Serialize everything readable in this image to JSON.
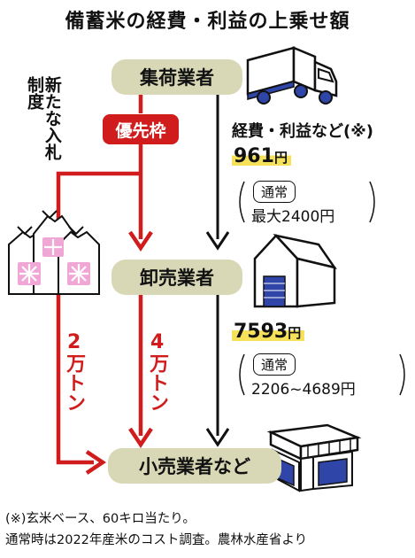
{
  "title": "備蓄米の経費・利益の上乗せ額",
  "stages": {
    "collector": "集荷業者",
    "wholesaler": "卸売業者",
    "retailer": "小売業者など"
  },
  "new_system": "新たな入札制度",
  "priority_quota": "優先枠",
  "flow_left": "2万トン",
  "flow_middle": "4万トン",
  "collector_cost": {
    "label": "経費・利益など(※)",
    "value": "961",
    "unit": "円",
    "normal_tag": "通常",
    "normal_range": "最大2400円"
  },
  "wholesaler_cost": {
    "value": "7593",
    "unit": "円",
    "normal_tag": "通常",
    "normal_range": "2206~4689円"
  },
  "footnotes": {
    "line1": "(※)玄米ベース、60キロ当たり。",
    "line2": "通常時は2022年産米のコスト調査。農林水産省より"
  },
  "colors": {
    "red": "#d01c1c",
    "stage": "#d9d8b6",
    "highlight": "#f6e15a",
    "truck_blue": "#2f45a8",
    "rice_pink": "#f0a7d6"
  },
  "icons": [
    "truck-icon",
    "warehouse-icon",
    "store-icon",
    "rice-bags-icon"
  ]
}
